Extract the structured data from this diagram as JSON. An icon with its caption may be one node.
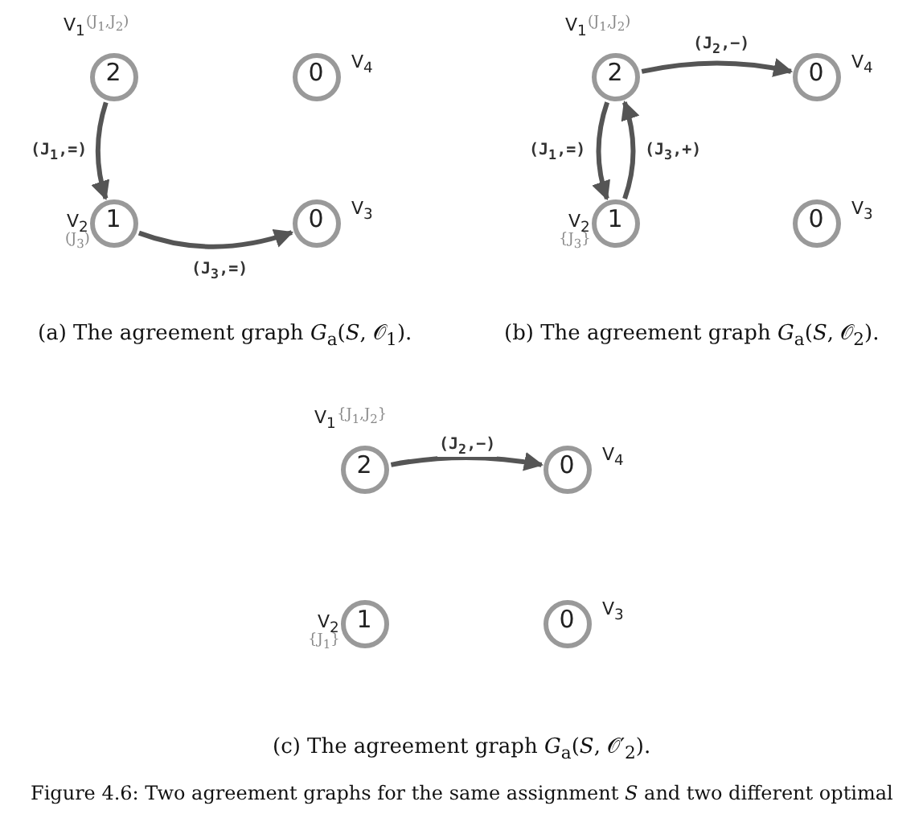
{
  "diagram": {
    "caption": "Figure 4.6: Two agreement graphs for the same assignment *S* and two different optimal",
    "nodes": [
      {
        "text": [
          "2"
        ],
        "beside": [
          "V$_{1}$",
          "(J$_{1}$,J$_{2}$)"
        ]
      },
      {
        "text": [
          "0"
        ],
        "beside": [
          "V$_{4}$"
        ]
      },
      {
        "text": [
          "1"
        ],
        "beside": [
          "V$_{2}$",
          "(J$_{3}$)"
        ]
      },
      {
        "text": [
          "0"
        ],
        "beside": [
          "V$_{3}$"
        ]
      },
      {
        "text": [
          "2"
        ],
        "beside": [
          "V$_{1}$",
          "(J$_{1}$,J$_{2}$)"
        ]
      },
      {
        "text": [
          "0"
        ],
        "beside": [
          "V$_{4}$"
        ]
      },
      {
        "text": [
          "1"
        ],
        "beside": [
          "V$_{2}$",
          "{J$_{3}$}"
        ]
      },
      {
        "text": [
          "0"
        ],
        "beside": [
          "V$_{3}$"
        ]
      },
      {
        "text": [
          "2"
        ],
        "beside": [
          "V$_{1}$",
          "{J$_{1}$,J$_{2}$}"
        ]
      },
      {
        "text": [
          "0"
        ],
        "beside": [
          "V$_{4}$"
        ]
      },
      {
        "text": [
          "1"
        ],
        "beside": [
          "V$_{2}$",
          "{J$_{1}$}"
        ]
      },
      {
        "text": [
          "0"
        ],
        "beside": [
          "V$_{3}$"
        ]
      }
    ],
    "edges": [
      {
        "from": 0,
        "to": 2,
        "arrow": "to",
        "label": "(J$_{1}$,=)"
      },
      {
        "from": 2,
        "to": 3,
        "arrow": "to",
        "label": "(J$_{3}$,=)"
      },
      {
        "from": 4,
        "to": 5,
        "arrow": "to",
        "label": "(J$_{2}$,−)"
      },
      {
        "from": 4,
        "to": 6,
        "arrow": "to",
        "label": "(J$_{1}$,=)"
      },
      {
        "from": 6,
        "to": 4,
        "arrow": "to",
        "label": "(J$_{3}$,+)"
      },
      {
        "from": 8,
        "to": 9,
        "arrow": "to",
        "label": "(J$_{2}$,−)"
      }
    ],
    "labels": [
      "(a) The agreement graph *G*$_{a}$(*S*, 𝒪$_{1}$).",
      "(b) The agreement graph *G*$_{a}$(*S*, 𝒪$_{2}$).",
      "(c) The agreement graph *G*$_{a}$(*S*, 𝒪′$_{2}$)."
    ]
  }
}
